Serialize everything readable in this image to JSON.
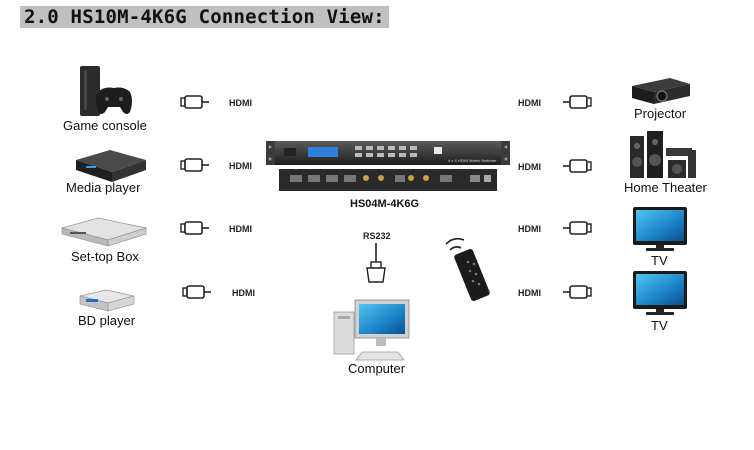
{
  "title": "2.0 HS10M-4K6G Connection View:",
  "switch": {
    "model_label": "HS04M-4K6G",
    "panel_text": "4 x 4 HDMI Matrix Switcher"
  },
  "sources": [
    {
      "label": "Game console",
      "port": "HDMI",
      "icon": "game-console-icon"
    },
    {
      "label": "Media player",
      "port": "HDMI",
      "icon": "media-player-icon"
    },
    {
      "label": "Set-top Box",
      "port": "HDMI",
      "icon": "set-top-box-icon"
    },
    {
      "label": "BD player",
      "port": "HDMI",
      "icon": "bd-player-icon"
    }
  ],
  "displays": [
    {
      "label": "Projector",
      "port": "HDMI",
      "icon": "projector-icon"
    },
    {
      "label": "Home Theater",
      "port": "HDMI",
      "icon": "home-theater-icon"
    },
    {
      "label": "TV",
      "port": "HDMI",
      "icon": "tv-icon"
    },
    {
      "label": "TV",
      "port": "HDMI",
      "icon": "tv-icon"
    }
  ],
  "control": {
    "rs232_label": "RS232",
    "computer_label": "Computer"
  }
}
